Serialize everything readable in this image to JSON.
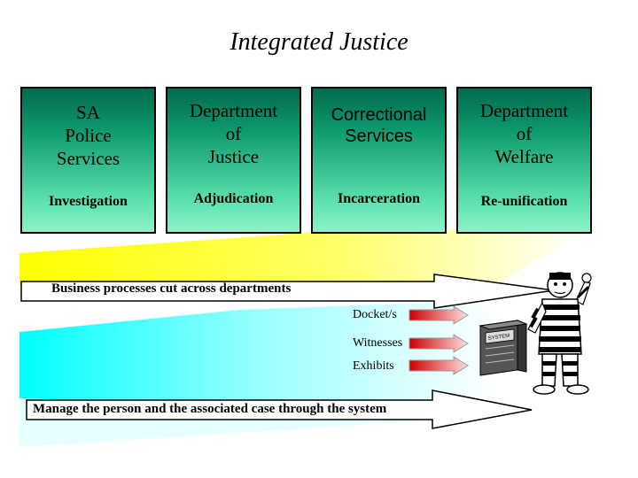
{
  "title": "Integrated Justice",
  "departments": [
    {
      "name_lines": [
        "SA",
        "Police",
        "Services"
      ],
      "function": "Investigation"
    },
    {
      "name_lines": [
        "Department",
        "of",
        "Justice"
      ],
      "function": "Adjudication"
    },
    {
      "name_lines": [
        "Correctional",
        "Services"
      ],
      "function": "Incarceration"
    },
    {
      "name_lines": [
        "Department",
        "of",
        "Welfare"
      ],
      "function": "Re-unification"
    }
  ],
  "flow": {
    "business_processes": "Business processes cut across departments",
    "items": [
      "Docket/s",
      "Witnesses",
      "Exhibits"
    ],
    "manage": "Manage the person and the associated case through the system",
    "system_label": "SYSTEM"
  },
  "colors": {
    "dept_top": "#006a4e",
    "dept_bottom": "#8ef2c9",
    "band_yellow": "#ffff00",
    "band_cyan": "#00ffff",
    "arrow_red": "#cc0000"
  },
  "icons": [
    "prisoner-icon",
    "server-cabinet-icon"
  ]
}
